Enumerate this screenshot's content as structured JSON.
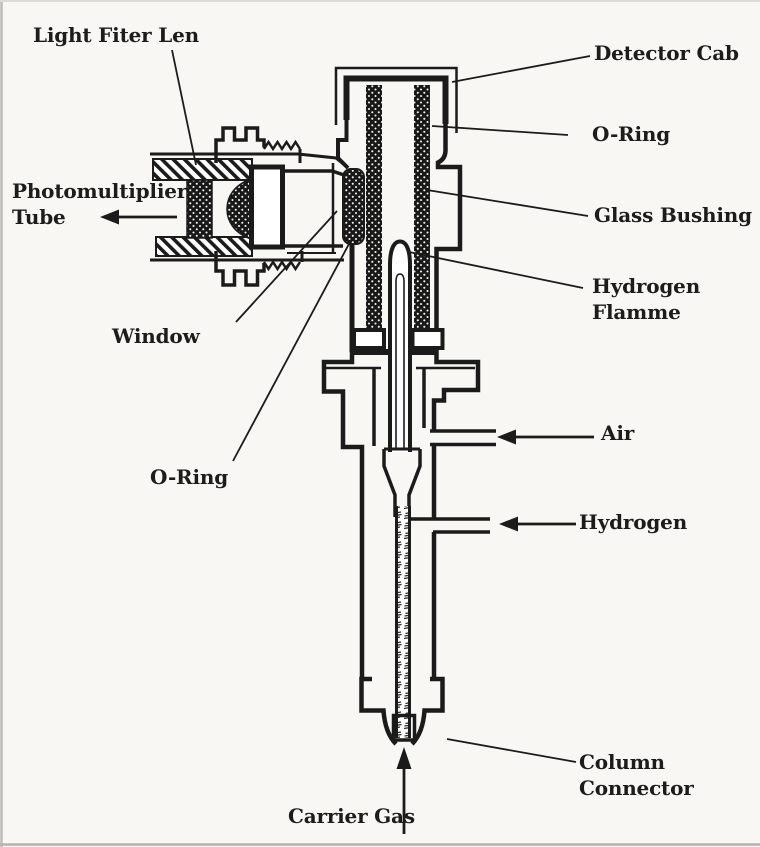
{
  "figure": {
    "description": "Cross-section diagram of a flame detector assembly",
    "colors": {
      "ink": "#1b1b1b",
      "paper": "#f8f7f4",
      "scan_edge": "#b6b6b0"
    },
    "labels": {
      "light_filter_lens": {
        "text": "Light Fiter Len"
      },
      "detector_cap": {
        "text": "Detector Cab"
      },
      "o_ring_top": {
        "text": "O-Ring"
      },
      "glass_bushing": {
        "text": "Glass Bushing"
      },
      "hydrogen_flame": {
        "line1": "Hydrogen",
        "line2": "Flamme"
      },
      "photomultiplier": {
        "line1": "Photomultiplier",
        "line2": "Tube"
      },
      "window": {
        "text": "Window"
      },
      "o_ring_left": {
        "text": "O-Ring"
      },
      "air": {
        "text": "Air"
      },
      "hydrogen": {
        "text": "Hydrogen"
      },
      "column_connector": {
        "line1": "Column",
        "line2": "Connector"
      },
      "carrier_gas": {
        "text": "Carrier Gas"
      }
    }
  }
}
